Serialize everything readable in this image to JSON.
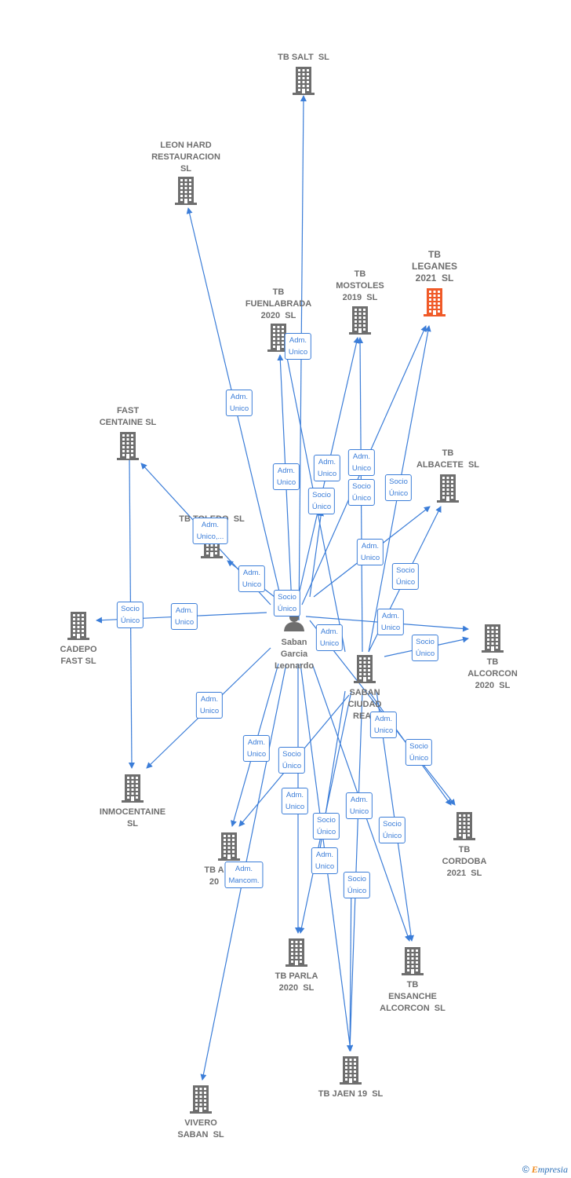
{
  "colors": {
    "edge": "#3b7dd8",
    "building": "#6e6e6e",
    "focus": "#f05a28",
    "person": "#6e6e6e",
    "label": "#6e6e6e"
  },
  "nodes": [
    {
      "id": "tb_salt",
      "label": "TB SALT  SL",
      "type": "company"
    },
    {
      "id": "leon_hard",
      "label": "LEON HARD\nRESTAURACION\nSL",
      "type": "company"
    },
    {
      "id": "tb_fuenlabrada",
      "label": "TB\nFUENLABRADA\n2020  SL",
      "type": "company"
    },
    {
      "id": "tb_mostoles",
      "label": "TB\nMOSTOLES\n2019  SL",
      "type": "company"
    },
    {
      "id": "tb_leganes",
      "label": "TB\nLEGANES\n2021  SL",
      "type": "focus"
    },
    {
      "id": "fast_centaine",
      "label": "FAST\nCENTAINE SL",
      "type": "company"
    },
    {
      "id": "tb_albacete",
      "label": "TB\nALBACETE  SL",
      "type": "company"
    },
    {
      "id": "tb_toledo",
      "label": "TB TOLEDO  SL",
      "type": "company"
    },
    {
      "id": "cadepo_fast",
      "label": "CADEPO\nFAST SL",
      "type": "company"
    },
    {
      "id": "saban_garcia",
      "label": "Saban\nGarcia\nLeonardo",
      "type": "person"
    },
    {
      "id": "saban_ciudad_real",
      "label": "SABAN\nCIUDAD\nREAL",
      "type": "company"
    },
    {
      "id": "tb_alcorcon",
      "label": "TB\nALCORCON\n2020  SL",
      "type": "company"
    },
    {
      "id": "inmocentaine",
      "label": "INMOCENTAINE\nSL",
      "type": "company"
    },
    {
      "id": "tb_cordoba",
      "label": "TB\nCORDOBA\n2021  SL",
      "type": "company"
    },
    {
      "id": "tb_a",
      "label": "TB A\n20",
      "type": "company"
    },
    {
      "id": "tb_parla",
      "label": "TB PARLA\n2020  SL",
      "type": "company"
    },
    {
      "id": "tb_ensanche",
      "label": "TB\nENSANCHE\nALCORCON  SL",
      "type": "company"
    },
    {
      "id": "tb_jaen",
      "label": "TB JAEN 19  SL",
      "type": "company"
    },
    {
      "id": "vivero_saban",
      "label": "VIVERO\nSABAN  SL",
      "type": "company"
    }
  ],
  "edge_labels": [
    {
      "id": "l1",
      "text": "Adm.\nUnico"
    },
    {
      "id": "l2",
      "text": "Adm.\nUnico"
    },
    {
      "id": "l3",
      "text": "Adm.\nUnico"
    },
    {
      "id": "l4",
      "text": "Adm.\nUnico"
    },
    {
      "id": "l5",
      "text": "Adm.\nUnico"
    },
    {
      "id": "l6",
      "text": "Socio\nÚnico"
    },
    {
      "id": "l7",
      "text": "Socio\nÚnico"
    },
    {
      "id": "l8",
      "text": "Socio\nÚnico"
    },
    {
      "id": "l9",
      "text": "Adm.\nUnico,..."
    },
    {
      "id": "l10",
      "text": "Adm.\nUnico"
    },
    {
      "id": "l11",
      "text": "Adm.\nUnico"
    },
    {
      "id": "l12",
      "text": "Socio\nÚnico"
    },
    {
      "id": "l13",
      "text": "Socio\nÚnico"
    },
    {
      "id": "l14",
      "text": "Adm.\nUnico"
    },
    {
      "id": "l15",
      "text": "Socio\nÚnico"
    },
    {
      "id": "l16",
      "text": "Adm.\nUnico"
    },
    {
      "id": "l17",
      "text": "Adm.\nUnico"
    },
    {
      "id": "l18",
      "text": "Socio\nÚnico"
    },
    {
      "id": "l19",
      "text": "Adm.\nUnico"
    },
    {
      "id": "l20",
      "text": "Adm.\nUnico"
    },
    {
      "id": "l21",
      "text": "Adm.\nUnico"
    },
    {
      "id": "l22",
      "text": "Socio\nÚnico"
    },
    {
      "id": "l23",
      "text": "Socio\nÚnico"
    },
    {
      "id": "l24",
      "text": "Adm.\nUnico"
    },
    {
      "id": "l25",
      "text": "Adm.\nUnico"
    },
    {
      "id": "l26",
      "text": "Socio\nÚnico"
    },
    {
      "id": "l27",
      "text": "Socio\nÚnico"
    },
    {
      "id": "l28",
      "text": "Adm.\nUnico"
    },
    {
      "id": "l29",
      "text": "Adm.\nMancom."
    },
    {
      "id": "l30",
      "text": "Socio\nÚnico"
    }
  ],
  "brand": {
    "copyright": "©",
    "name_initial": "E",
    "name_rest": "mpresia"
  }
}
